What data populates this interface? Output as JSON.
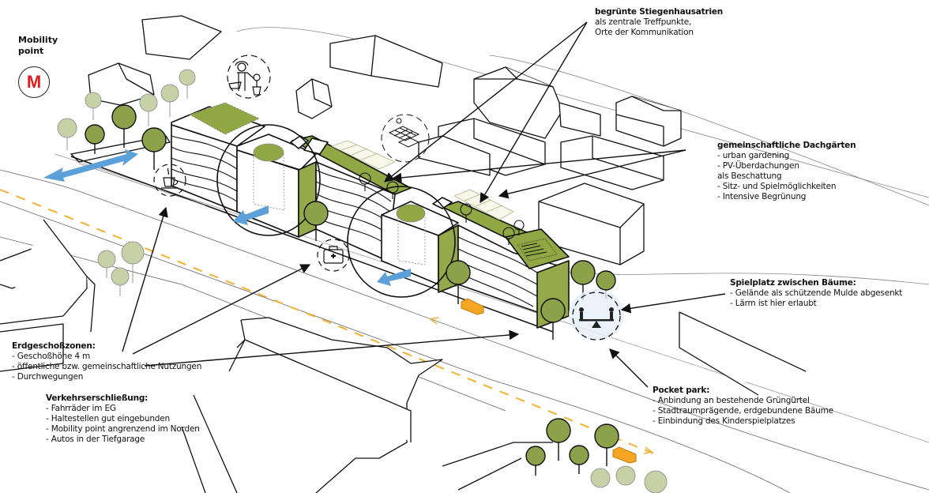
{
  "diagram": {
    "title": "Urban design concept diagram – green courtyard buildings",
    "colors": {
      "roof_green": "#8fa844",
      "facade_green": "#95a84a",
      "tree_dark": "#8ca24a",
      "tree_light": "#c8d1a6",
      "path_blue": "#5ba0d8",
      "road_center_dash": "#f3b233",
      "bench_orange": "#f5a623",
      "mobility_red": "#e31b1b",
      "line": "#111111"
    },
    "mobility_point": {
      "title_line1": "Mobility",
      "title_line2": "point",
      "badge_letter": "M"
    },
    "annotations": {
      "stairwell": {
        "title": "begrünte Stiegenhausatrien",
        "lines": [
          "als zentrale Treffpunkte,",
          "Orte der Kommunikation"
        ]
      },
      "roof_gardens": {
        "title": "gemeinschaftliche Dachgärten",
        "lines": [
          "- urban gardening",
          "- PV-Überdachungen",
          "als Beschattung",
          "- Sitz- und Spielmöglichkeiten",
          "- Intensive Begrünung"
        ]
      },
      "playground": {
        "title": "Spielplatz zwischen Bäume:",
        "lines": [
          "- Gelände als schützende Mulde abgesenkt",
          "- Lärm ist hier erlaubt"
        ]
      },
      "pocket_park": {
        "title": "Pocket park:",
        "lines": [
          "- Anbindung an bestehende Grüngürtel",
          "- Stadtraumprägende, erdgebundene Bäume",
          "- Einbindung des Kinderspielplatzes"
        ]
      },
      "ground_floor": {
        "title": "Erdgeschoßzonen:",
        "lines": [
          "- Geschoßhöhe 4 m",
          "- öffentliche bzw. gemeinschaftliche Nutzungen",
          "- Durchwegungen"
        ]
      },
      "traffic": {
        "title": "Verkehrserschließung:",
        "lines": [
          "- Fahrräder im EG",
          "- Haltestellen gut eingebunden",
          "- Mobility point angrenzend im Norden",
          "- Autos in der Tiefgarage"
        ]
      }
    },
    "icons": [
      "gardener-icon",
      "solar-panel-icon",
      "coffee-cup-icon",
      "first-aid-kit-icon",
      "seesaw-playground-icon",
      "mobility-m-icon"
    ]
  }
}
